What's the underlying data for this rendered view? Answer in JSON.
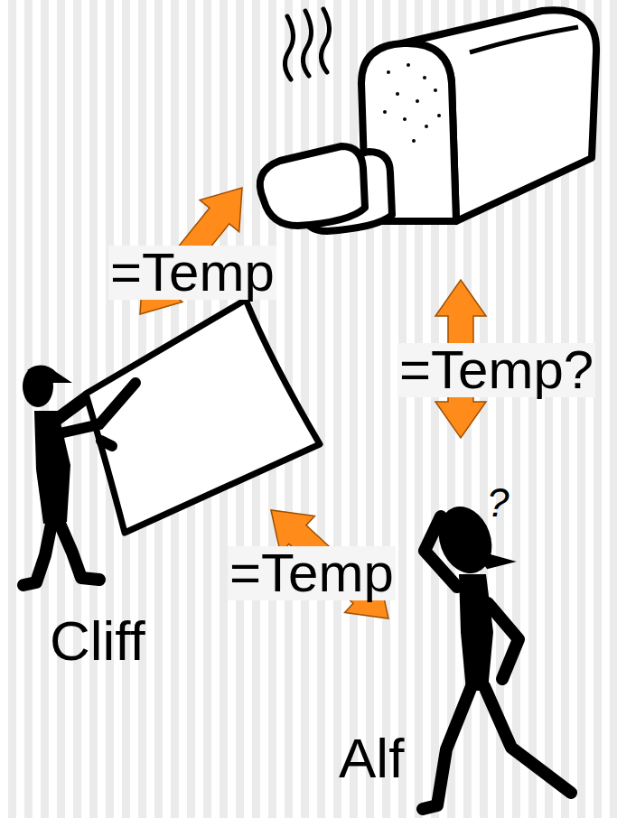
{
  "diagram": {
    "nodes": [
      {
        "text": [
          "Cliff"
        ]
      },
      {
        "text": [
          "Alf"
        ]
      }
    ],
    "edges": [
      {
        "from": 0,
        "to": 1,
        "label": "=Temp",
        "arrow": "both"
      }
    ],
    "labels": [
      "=Temp",
      "=Temp?",
      "?"
    ]
  }
}
